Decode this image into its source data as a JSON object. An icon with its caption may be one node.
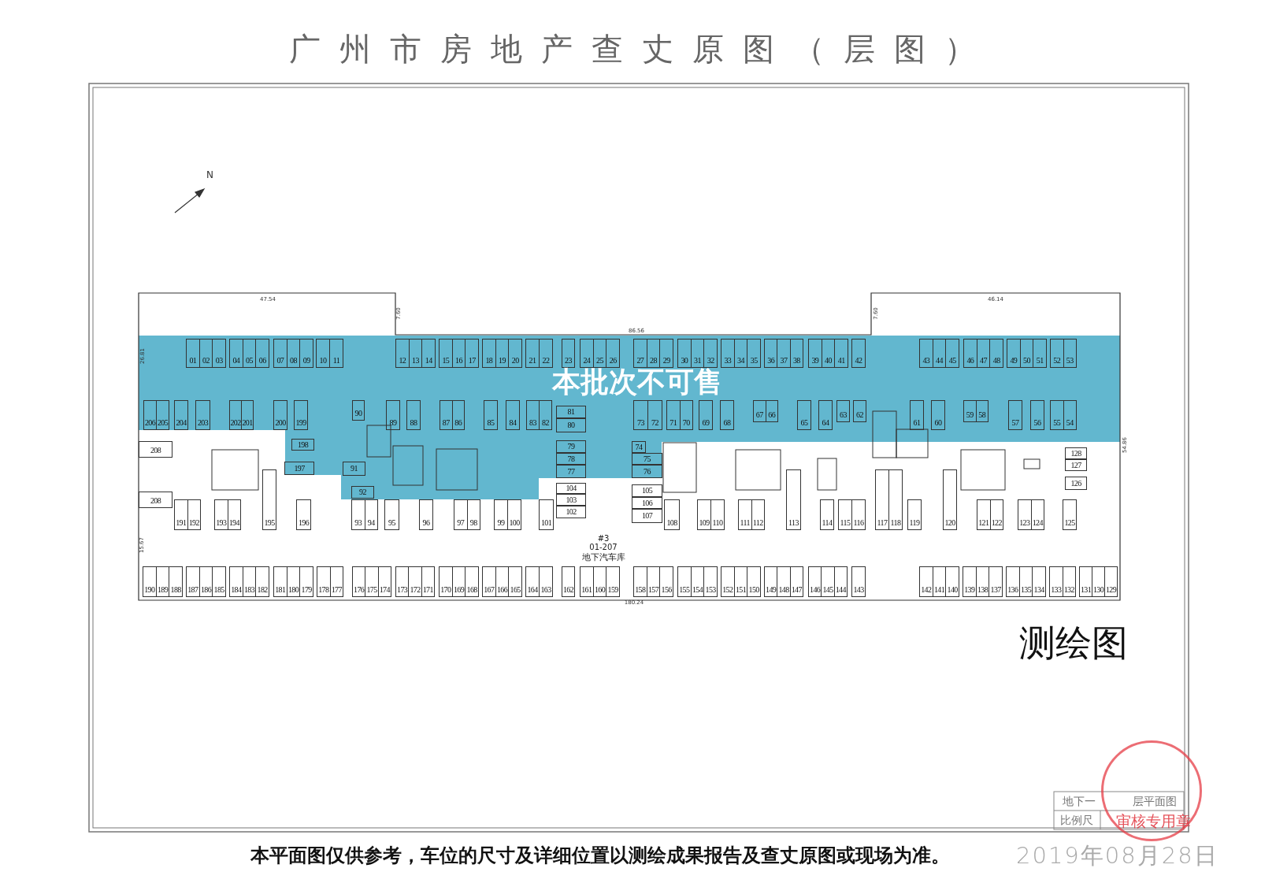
{
  "diagram": {
    "title": "广州市房地产查丈原图（层图）",
    "caption": "本平面图仅供参考，车位的尺寸及详细位置以测绘成果报告及查丈原图或现场为准。",
    "nodes": [
      {
        "text": [
          "01"
        ]
      },
      {
        "text": [
          "02"
        ]
      },
      {
        "text": [
          "03"
        ]
      },
      {
        "text": [
          "04"
        ]
      },
      {
        "text": [
          "05"
        ]
      },
      {
        "text": [
          "06"
        ]
      },
      {
        "text": [
          "07"
        ]
      },
      {
        "text": [
          "08"
        ]
      },
      {
        "text": [
          "09"
        ]
      },
      {
        "text": [
          "10"
        ]
      },
      {
        "text": [
          "11"
        ]
      },
      {
        "text": [
          "12"
        ]
      },
      {
        "text": [
          "13"
        ]
      },
      {
        "text": [
          "14"
        ]
      },
      {
        "text": [
          "15"
        ]
      },
      {
        "text": [
          "16"
        ]
      },
      {
        "text": [
          "17"
        ]
      },
      {
        "text": [
          "18"
        ]
      },
      {
        "text": [
          "19"
        ]
      },
      {
        "text": [
          "20"
        ]
      },
      {
        "text": [
          "21"
        ]
      },
      {
        "text": [
          "22"
        ]
      },
      {
        "text": [
          "23"
        ]
      },
      {
        "text": [
          "24"
        ]
      },
      {
        "text": [
          "25"
        ]
      },
      {
        "text": [
          "26"
        ]
      },
      {
        "text": [
          "27"
        ]
      },
      {
        "text": [
          "28"
        ]
      },
      {
        "text": [
          "29"
        ]
      },
      {
        "text": [
          "30"
        ]
      },
      {
        "text": [
          "31"
        ]
      },
      {
        "text": [
          "32"
        ]
      },
      {
        "text": [
          "33"
        ]
      },
      {
        "text": [
          "34"
        ]
      },
      {
        "text": [
          "35"
        ]
      },
      {
        "text": [
          "36"
        ]
      },
      {
        "text": [
          "37"
        ]
      },
      {
        "text": [
          "38"
        ]
      },
      {
        "text": [
          "39"
        ]
      },
      {
        "text": [
          "40"
        ]
      },
      {
        "text": [
          "41"
        ]
      },
      {
        "text": [
          "42"
        ]
      },
      {
        "text": [
          "43"
        ]
      },
      {
        "text": [
          "44"
        ]
      },
      {
        "text": [
          "45"
        ]
      },
      {
        "text": [
          "46"
        ]
      },
      {
        "text": [
          "47"
        ]
      },
      {
        "text": [
          "48"
        ]
      },
      {
        "text": [
          "49"
        ]
      },
      {
        "text": [
          "50"
        ]
      },
      {
        "text": [
          "51"
        ]
      },
      {
        "text": [
          "52"
        ]
      },
      {
        "text": [
          "53"
        ]
      },
      {
        "text": [
          "206"
        ]
      },
      {
        "text": [
          "205"
        ]
      },
      {
        "text": [
          "204"
        ]
      },
      {
        "text": [
          "203"
        ]
      },
      {
        "text": [
          "202"
        ]
      },
      {
        "text": [
          "201"
        ]
      },
      {
        "text": [
          "200"
        ]
      },
      {
        "text": [
          "199"
        ]
      },
      {
        "text": [
          "90"
        ]
      },
      {
        "text": [
          "89"
        ]
      },
      {
        "text": [
          "88"
        ]
      },
      {
        "text": [
          "87"
        ]
      },
      {
        "text": [
          "86"
        ]
      },
      {
        "text": [
          "85"
        ]
      },
      {
        "text": [
          "84"
        ]
      },
      {
        "text": [
          "83"
        ]
      },
      {
        "text": [
          "82"
        ]
      },
      {
        "text": [
          "81"
        ]
      },
      {
        "text": [
          "80"
        ]
      },
      {
        "text": [
          "73"
        ]
      },
      {
        "text": [
          "72"
        ]
      },
      {
        "text": [
          "71"
        ]
      },
      {
        "text": [
          "70"
        ]
      },
      {
        "text": [
          "69"
        ]
      },
      {
        "text": [
          "68"
        ]
      },
      {
        "text": [
          "67"
        ]
      },
      {
        "text": [
          "66"
        ]
      },
      {
        "text": [
          "65"
        ]
      },
      {
        "text": [
          "64"
        ]
      },
      {
        "text": [
          "63"
        ]
      },
      {
        "text": [
          "62"
        ]
      },
      {
        "text": [
          "61"
        ]
      },
      {
        "text": [
          "60"
        ]
      },
      {
        "text": [
          "59"
        ]
      },
      {
        "text": [
          "58"
        ]
      },
      {
        "text": [
          "57"
        ]
      },
      {
        "text": [
          "56"
        ]
      },
      {
        "text": [
          "55"
        ]
      },
      {
        "text": [
          "54"
        ]
      },
      {
        "text": [
          "208"
        ]
      },
      {
        "text": [
          "208"
        ]
      },
      {
        "text": [
          "198"
        ]
      },
      {
        "text": [
          "197"
        ]
      },
      {
        "text": [
          "91"
        ]
      },
      {
        "text": [
          "92"
        ]
      },
      {
        "text": [
          "79"
        ]
      },
      {
        "text": [
          "78"
        ]
      },
      {
        "text": [
          "77"
        ]
      },
      {
        "text": [
          "74"
        ]
      },
      {
        "text": [
          "75"
        ]
      },
      {
        "text": [
          "76"
        ]
      },
      {
        "text": [
          "128"
        ]
      },
      {
        "text": [
          "127"
        ]
      },
      {
        "text": [
          "126"
        ]
      },
      {
        "text": [
          "104"
        ]
      },
      {
        "text": [
          "103"
        ]
      },
      {
        "text": [
          "102"
        ]
      },
      {
        "text": [
          "105"
        ]
      },
      {
        "text": [
          "106"
        ]
      },
      {
        "text": [
          "107"
        ]
      },
      {
        "text": [
          "191"
        ]
      },
      {
        "text": [
          "192"
        ]
      },
      {
        "text": [
          "193"
        ]
      },
      {
        "text": [
          "194"
        ]
      },
      {
        "text": [
          "195"
        ]
      },
      {
        "text": [
          "196"
        ]
      },
      {
        "text": [
          "93"
        ]
      },
      {
        "text": [
          "94"
        ]
      },
      {
        "text": [
          "95"
        ]
      },
      {
        "text": [
          "96"
        ]
      },
      {
        "text": [
          "97"
        ]
      },
      {
        "text": [
          "98"
        ]
      },
      {
        "text": [
          "99"
        ]
      },
      {
        "text": [
          "100"
        ]
      },
      {
        "text": [
          "101"
        ]
      },
      {
        "text": [
          "108"
        ]
      },
      {
        "text": [
          "109"
        ]
      },
      {
        "text": [
          "110"
        ]
      },
      {
        "text": [
          "111"
        ]
      },
      {
        "text": [
          "112"
        ]
      },
      {
        "text": [
          "113"
        ]
      },
      {
        "text": [
          "114"
        ]
      },
      {
        "text": [
          "115"
        ]
      },
      {
        "text": [
          "116"
        ]
      },
      {
        "text": [
          "117"
        ]
      },
      {
        "text": [
          "118"
        ]
      },
      {
        "text": [
          "119"
        ]
      },
      {
        "text": [
          "120"
        ]
      },
      {
        "text": [
          "121"
        ]
      },
      {
        "text": [
          "122"
        ]
      },
      {
        "text": [
          "123"
        ]
      },
      {
        "text": [
          "124"
        ]
      },
      {
        "text": [
          "125"
        ]
      },
      {
        "text": [
          "190"
        ]
      },
      {
        "text": [
          "189"
        ]
      },
      {
        "text": [
          "188"
        ]
      },
      {
        "text": [
          "187"
        ]
      },
      {
        "text": [
          "186"
        ]
      },
      {
        "text": [
          "185"
        ]
      },
      {
        "text": [
          "184"
        ]
      },
      {
        "text": [
          "183"
        ]
      },
      {
        "text": [
          "182"
        ]
      },
      {
        "text": [
          "181"
        ]
      },
      {
        "text": [
          "180"
        ]
      },
      {
        "text": [
          "179"
        ]
      },
      {
        "text": [
          "178"
        ]
      },
      {
        "text": [
          "177"
        ]
      },
      {
        "text": [
          "176"
        ]
      },
      {
        "text": [
          "175"
        ]
      },
      {
        "text": [
          "174"
        ]
      },
      {
        "text": [
          "173"
        ]
      },
      {
        "text": [
          "172"
        ]
      },
      {
        "text": [
          "171"
        ]
      },
      {
        "text": [
          "170"
        ]
      },
      {
        "text": [
          "169"
        ]
      },
      {
        "text": [
          "168"
        ]
      },
      {
        "text": [
          "167"
        ]
      },
      {
        "text": [
          "166"
        ]
      },
      {
        "text": [
          "165"
        ]
      },
      {
        "text": [
          "164"
        ]
      },
      {
        "text": [
          "163"
        ]
      },
      {
        "text": [
          "162"
        ]
      },
      {
        "text": [
          "161"
        ]
      },
      {
        "text": [
          "160"
        ]
      },
      {
        "text": [
          "159"
        ]
      },
      {
        "text": [
          "158"
        ]
      },
      {
        "text": [
          "157"
        ]
      },
      {
        "text": [
          "156"
        ]
      },
      {
        "text": [
          "155"
        ]
      },
      {
        "text": [
          "154"
        ]
      },
      {
        "text": [
          "153"
        ]
      },
      {
        "text": [
          "152"
        ]
      },
      {
        "text": [
          "151"
        ]
      },
      {
        "text": [
          "150"
        ]
      },
      {
        "text": [
          "149"
        ]
      },
      {
        "text": [
          "148"
        ]
      },
      {
        "text": [
          "147"
        ]
      },
      {
        "text": [
          "146"
        ]
      },
      {
        "text": [
          "145"
        ]
      },
      {
        "text": [
          "144"
        ]
      },
      {
        "text": [
          "143"
        ]
      },
      {
        "text": [
          "142"
        ]
      },
      {
        "text": [
          "141"
        ]
      },
      {
        "text": [
          "140"
        ]
      },
      {
        "text": [
          "139"
        ]
      },
      {
        "text": [
          "138"
        ]
      },
      {
        "text": [
          "137"
        ]
      },
      {
        "text": [
          "136"
        ]
      },
      {
        "text": [
          "135"
        ]
      },
      {
        "text": [
          "134"
        ]
      },
      {
        "text": [
          "133"
        ]
      },
      {
        "text": [
          "132"
        ]
      },
      {
        "text": [
          "131"
        ]
      },
      {
        "text": [
          "130"
        ]
      },
      {
        "text": [
          "129"
        ]
      },
      {
        "text": [
          "审核专用章"
        ]
      }
    ],
    "labels": [
      "N",
      "47.54",
      "7.60",
      "86.56",
      "46.14",
      "7.60",
      "26.81",
      "本批次不可售",
      "54.86",
      "15.67",
      "#3",
      "01-207",
      "地下汽车库",
      "180.24",
      "测绘图",
      "地下一",
      "层平面图",
      "比例尺",
      "2019年08月28日"
    ]
  }
}
